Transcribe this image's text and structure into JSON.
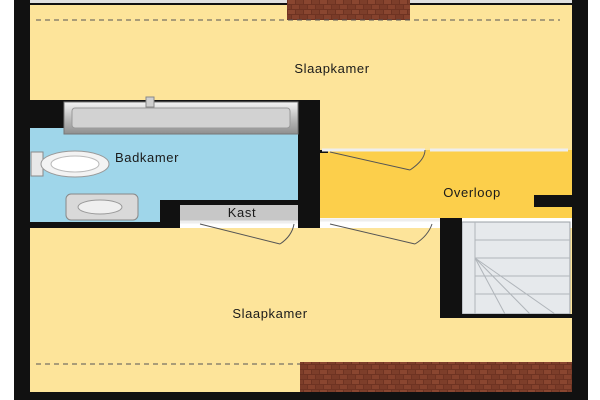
{
  "floorplan": {
    "rooms": [
      {
        "key": "slaapkamer_top",
        "label": "Slaapkamer"
      },
      {
        "key": "badkamer",
        "label": "Badkamer"
      },
      {
        "key": "overloop",
        "label": "Overloop"
      },
      {
        "key": "kast",
        "label": "Kast"
      },
      {
        "key": "slaapkamer_bottom",
        "label": "Slaapkamer"
      }
    ],
    "colors": {
      "bedroom": "#fde49a",
      "hallway": "#fccf4b",
      "bathroom": "#9fd6ea",
      "closet": "#c7c7c7",
      "wall": "#111111",
      "roof_tile": "#6e3322",
      "stair": "#e6e9ec"
    }
  }
}
